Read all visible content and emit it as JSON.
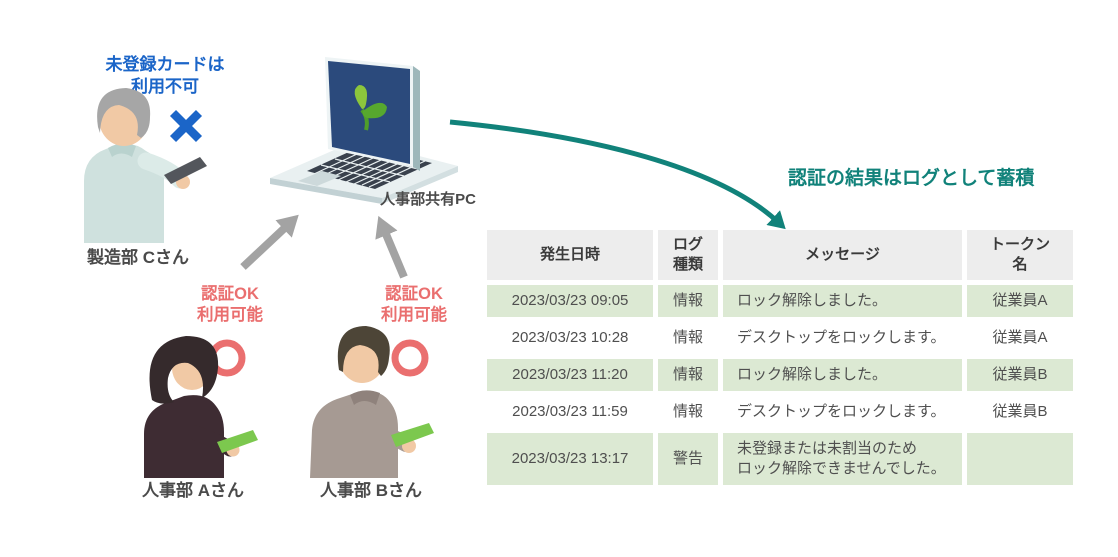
{
  "colors": {
    "blue": "#1b65c8",
    "red": "#ea6f6f",
    "teal": "#11827a",
    "arrow_gray": "#a3a3a3",
    "row_green": "#dce9d3",
    "header_gray": "#ededed",
    "card_green": "#7cc84e",
    "screen_blue": "#2b4a7c"
  },
  "annotations": {
    "unregistered": "未登録カードは\n利用不可",
    "auth_ok_a": "認証OK\n利用可能",
    "auth_ok_b": "認証OK\n利用可能",
    "log_note": "認証の結果はログとして蓄積"
  },
  "labels": {
    "person_c": "製造部 Cさん",
    "person_a": "人事部 Aさん",
    "person_b": "人事部 Bさん",
    "pc": "人事部共有PC"
  },
  "table": {
    "headers": [
      "発生日時",
      "ログ\n種類",
      "メッセージ",
      "トークン\n名"
    ],
    "rows": [
      {
        "datetime": "2023/03/23 09:05",
        "type": "情報",
        "message": "ロック解除しました。",
        "token": "従業員A"
      },
      {
        "datetime": "2023/03/23 10:28",
        "type": "情報",
        "message": "デスクトップをロックします。",
        "token": "従業員A"
      },
      {
        "datetime": "2023/03/23 11:20",
        "type": "情報",
        "message": "ロック解除しました。",
        "token": "従業員B"
      },
      {
        "datetime": "2023/03/23 11:59",
        "type": "情報",
        "message": "デスクトップをロックします。",
        "token": "従業員B"
      },
      {
        "datetime": "2023/03/23 13:17",
        "type": "警告",
        "message": "未登録または未割当のため\nロック解除できませんでした。",
        "token": ""
      }
    ]
  }
}
